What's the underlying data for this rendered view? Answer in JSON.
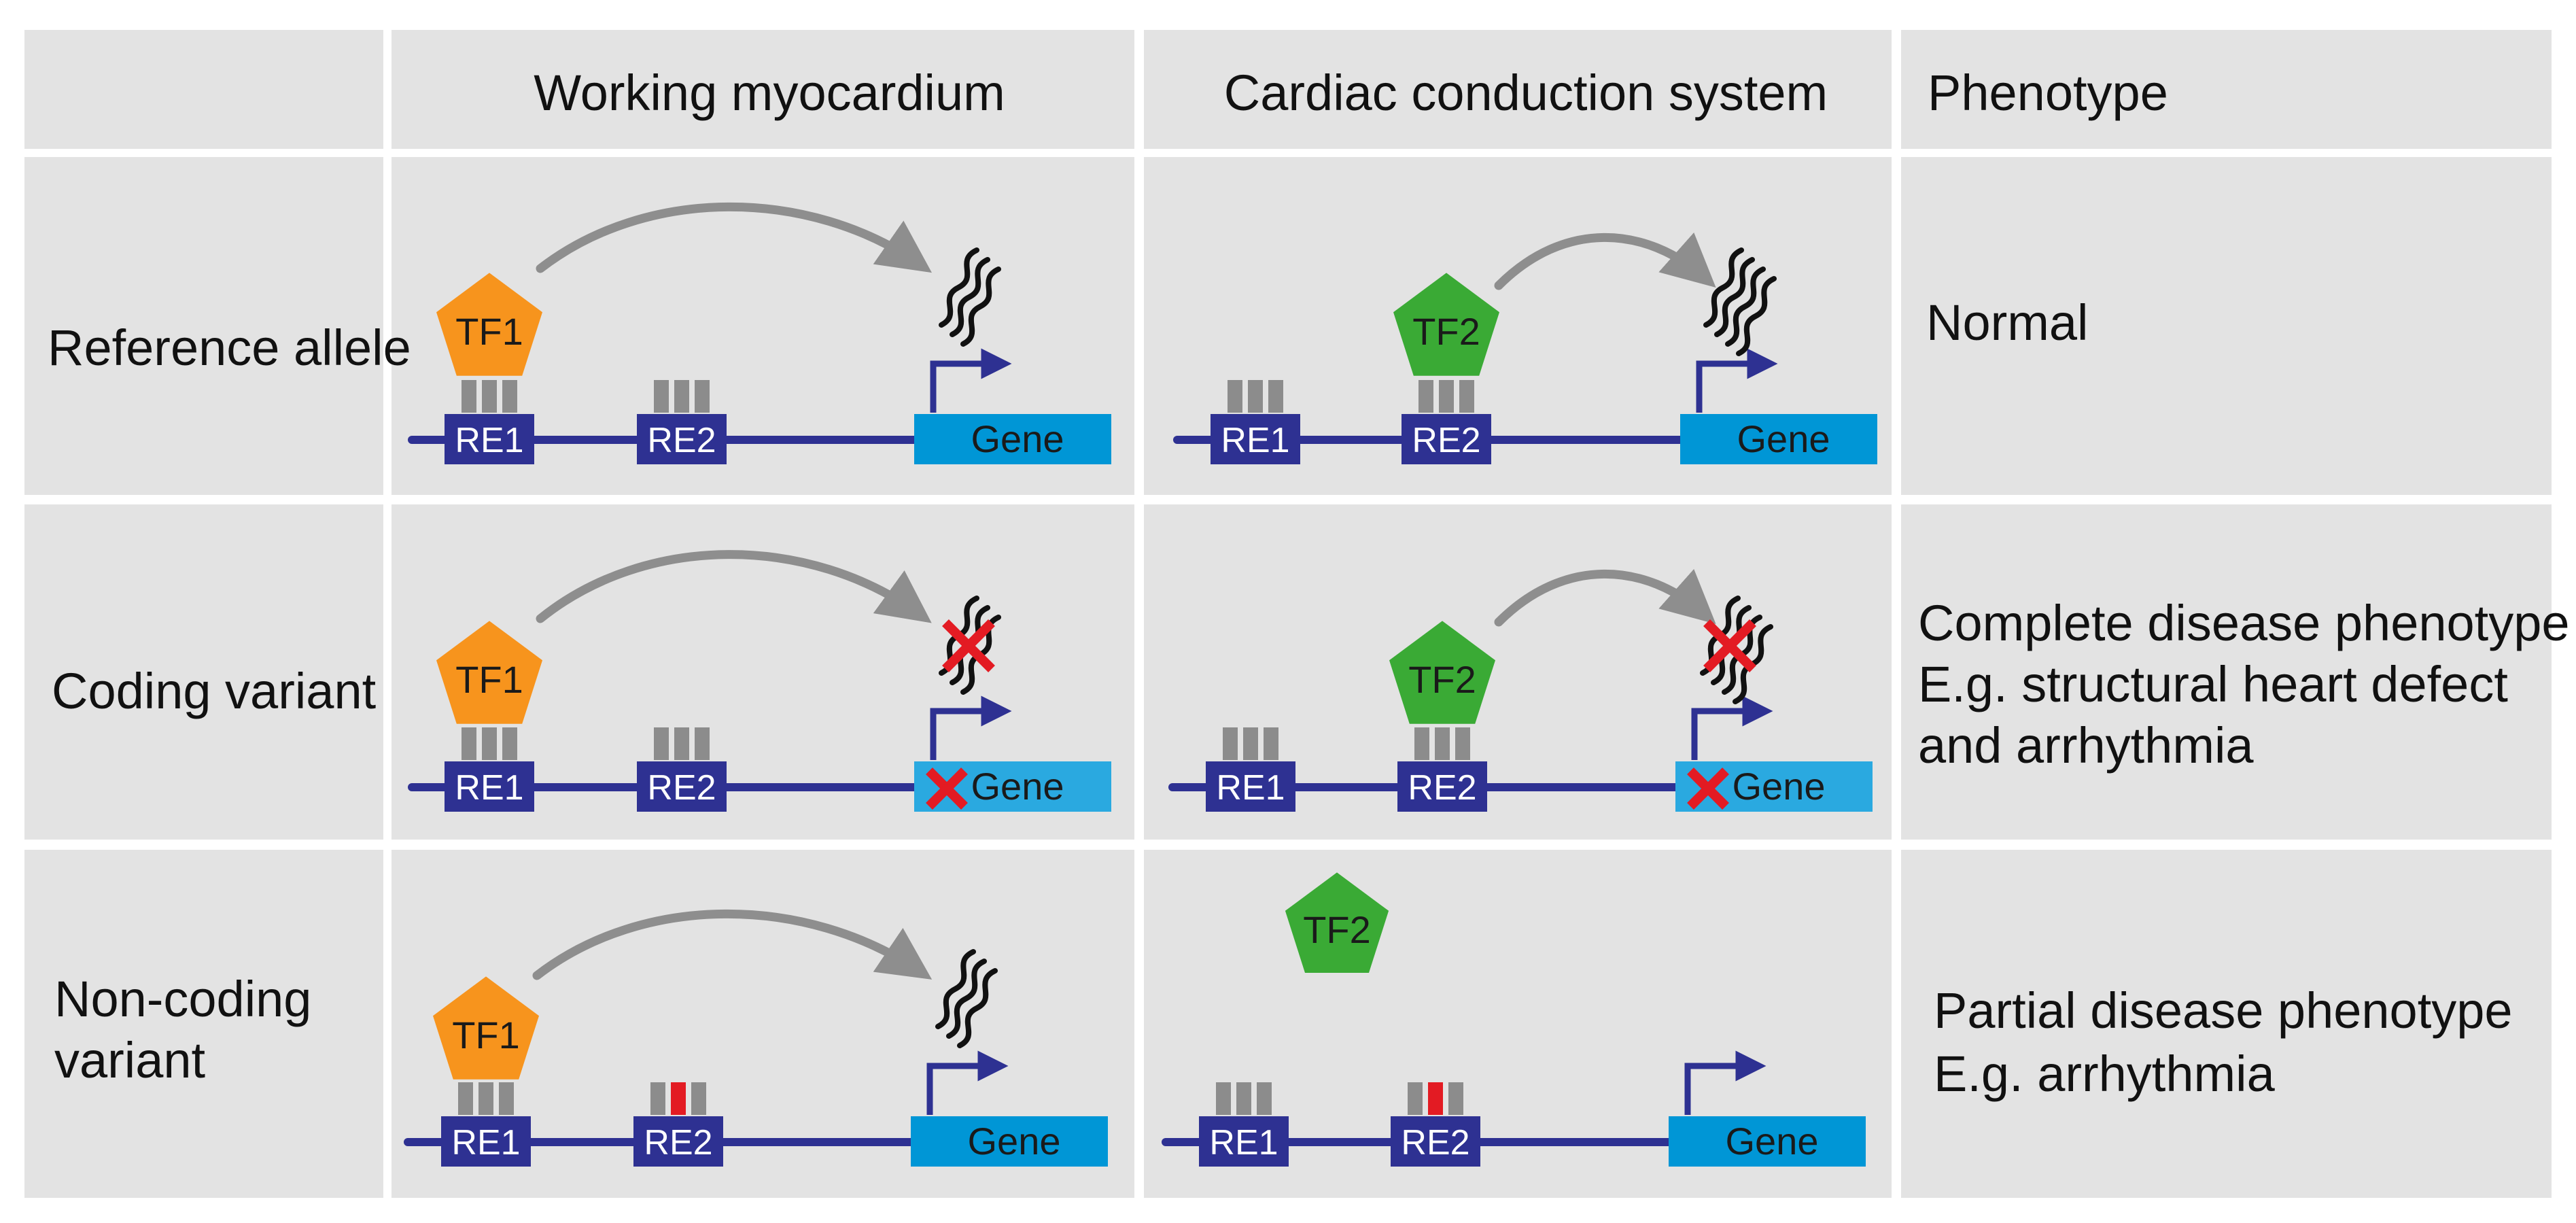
{
  "columns": {
    "working": "Working myocardium",
    "conduction": "Cardiac conduction system",
    "phenotype": "Phenotype"
  },
  "rows": [
    {
      "label_lines": [
        "Reference allele"
      ],
      "phenotype_lines": [
        "Normal"
      ]
    },
    {
      "label_lines": [
        "Coding variant"
      ],
      "phenotype_lines": [
        "Complete disease phenotype",
        "E.g. structural heart defect",
        "and arrhythmia"
      ]
    },
    {
      "label_lines": [
        "Non-coding",
        "variant"
      ],
      "phenotype_lines": [
        "Partial disease phenotype",
        "E.g. arrhythmia"
      ]
    }
  ],
  "labels": {
    "re1": "RE1",
    "re2": "RE2",
    "gene": "Gene",
    "tf1": "TF1",
    "tf2": "TF2"
  },
  "colors": {
    "panel": "#e3e3e3",
    "dna": "#2e3192",
    "gene": "#0096d6",
    "gene_mutant": "#2aa9e0",
    "tf1": "#f7941d",
    "tf2": "#3aaa35",
    "site": "#8c8c8c",
    "arrow": "#8e8e8e",
    "mutation": "#e31b23",
    "mrna": "#111111"
  }
}
